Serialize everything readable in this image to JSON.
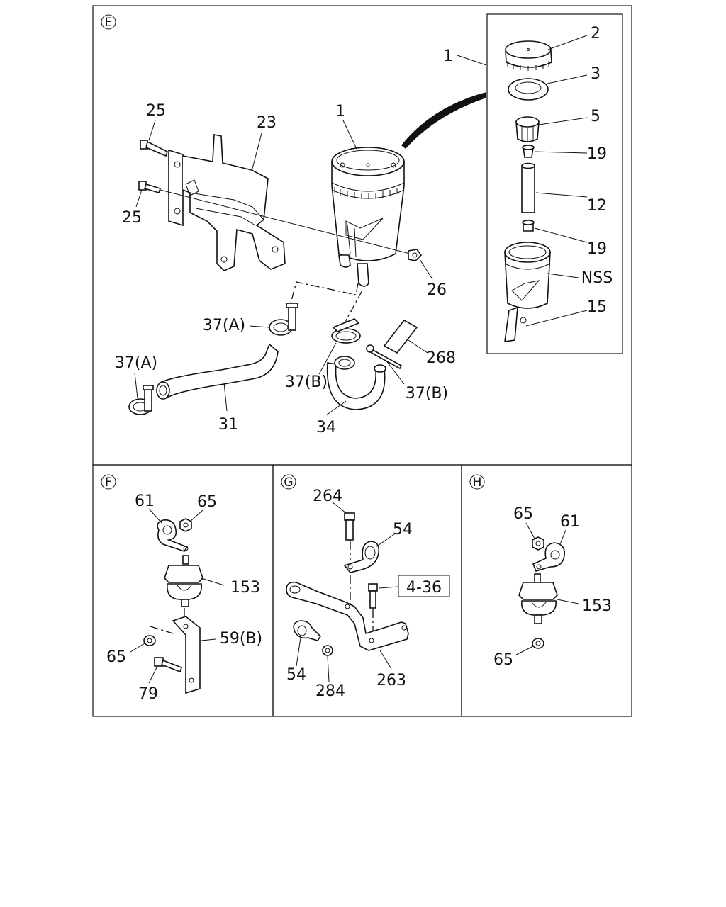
{
  "panels": {
    "E": {
      "letter": "E",
      "labels": {
        "p1_main": "1",
        "p1_detail": "1",
        "p2": "2",
        "p3": "3",
        "p5": "5",
        "p19_top": "19",
        "p12": "12",
        "p19_bottom": "19",
        "nss": "NSS",
        "p15": "15",
        "p25_top": "25",
        "p25_bottom": "25",
        "p23": "23",
        "p26": "26",
        "p37a_top": "37(A)",
        "p37a_left": "37(A)",
        "p37b_center": "37(B)",
        "p37b_right": "37(B)",
        "p31": "31",
        "p34": "34",
        "p268": "268"
      }
    },
    "F": {
      "letter": "F",
      "labels": {
        "p61": "61",
        "p65_top": "65",
        "p153": "153",
        "p59b": "59(B)",
        "p65_bottom": "65",
        "p79": "79"
      }
    },
    "G": {
      "letter": "G",
      "labels": {
        "p264": "264",
        "p54_top": "54",
        "ref_4_36": "4-36",
        "p54_bottom": "54",
        "p284": "284",
        "p263": "263"
      }
    },
    "H": {
      "letter": "H",
      "labels": {
        "p65_top": "65",
        "p61": "61",
        "p153": "153",
        "p65_bottom": "65"
      }
    }
  }
}
